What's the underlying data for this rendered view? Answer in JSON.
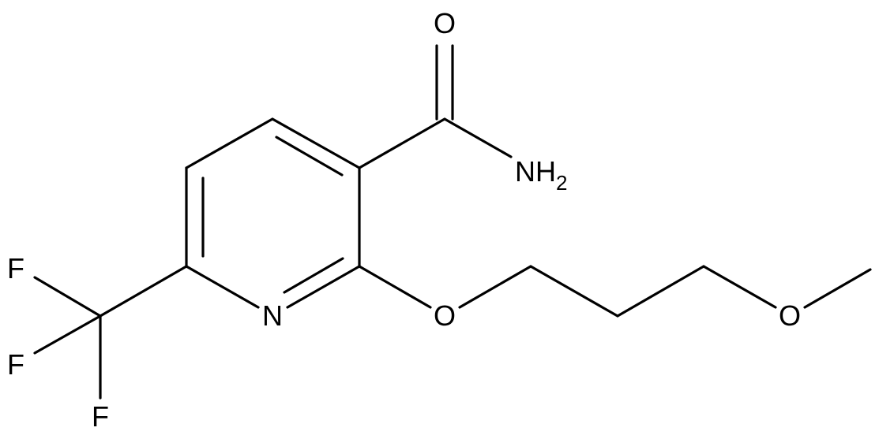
{
  "molecule": {
    "atoms": {
      "carbonyl_oxygen": "O",
      "amide_nitrogen": "NH",
      "amide_subscript": "2",
      "ring_nitrogen": "N",
      "ether_oxygen_1": "O",
      "ether_oxygen_2": "O",
      "fluorine_1": "F",
      "fluorine_2": "F",
      "fluorine_3": "F"
    }
  }
}
